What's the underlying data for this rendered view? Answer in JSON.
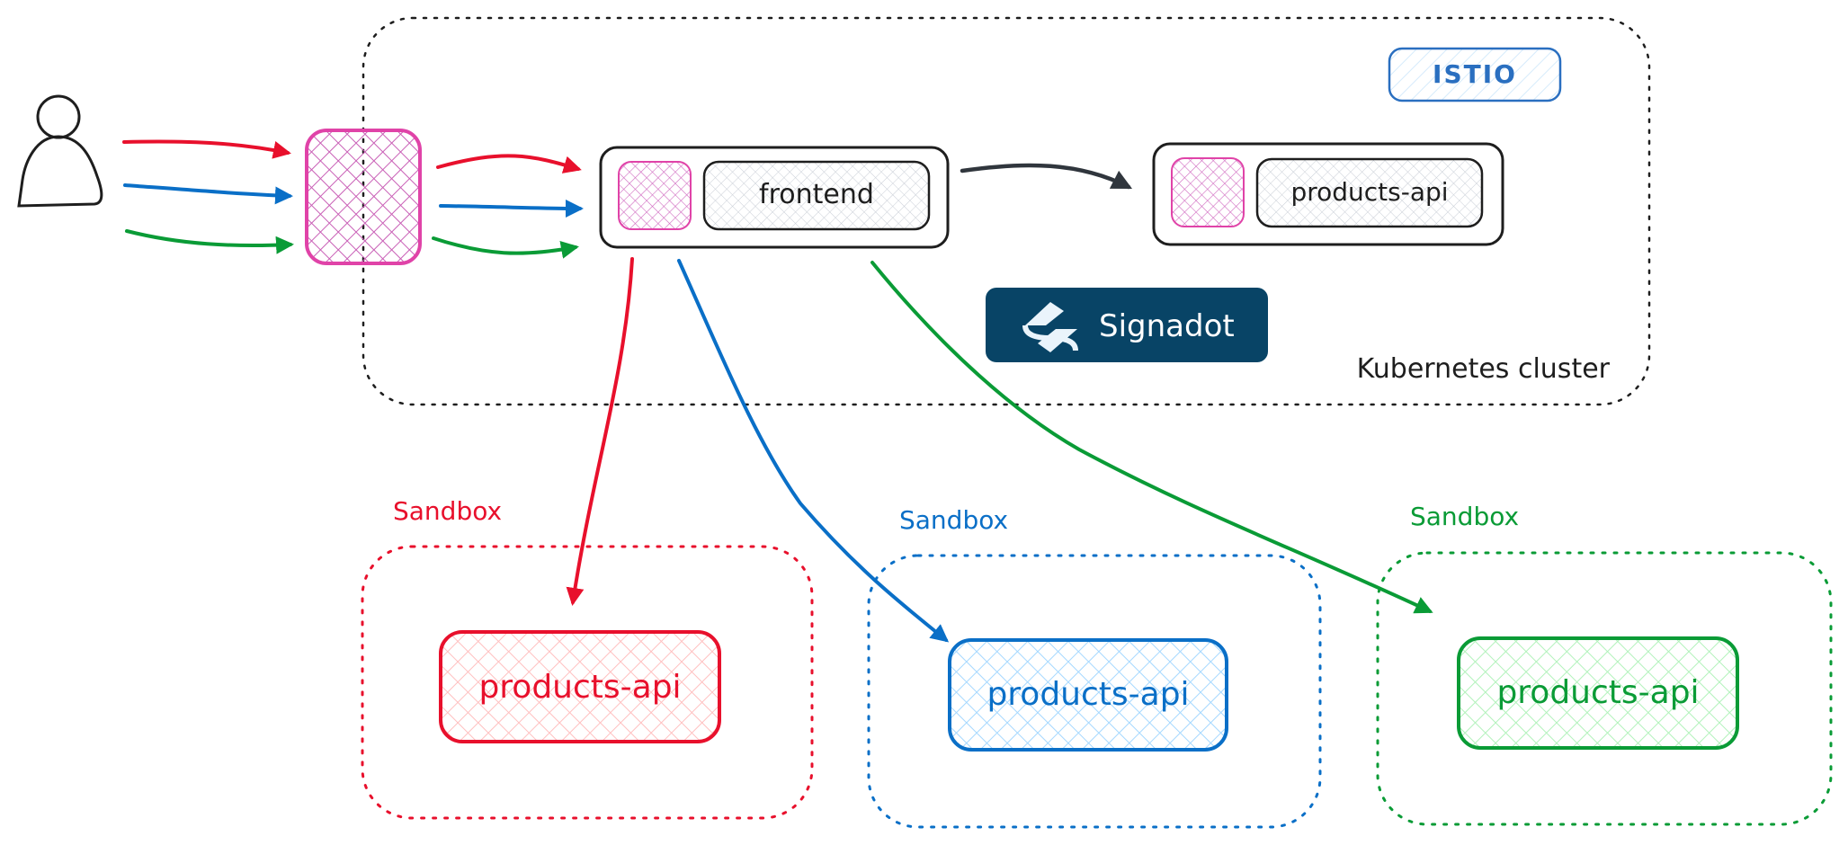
{
  "colors": {
    "red": "#e8102c",
    "blue": "#0a6fc7",
    "green": "#0a9b36",
    "pink": "#e043a8",
    "dark": "#30363d",
    "black": "#1e1e1e",
    "signadot_bg": "#084466",
    "istio": "#2a6fc0"
  },
  "cluster": {
    "label": "Kubernetes cluster"
  },
  "istio": {
    "label": "ISTIO"
  },
  "signadot": {
    "label": "Signadot",
    "icon": "signadot-logo-icon"
  },
  "user": {
    "icon": "person-icon"
  },
  "gateway": {
    "icon": "ingress-gateway-proxy"
  },
  "services": {
    "frontend": {
      "label": "frontend"
    },
    "products_api": {
      "label": "products-api"
    }
  },
  "sandboxes": [
    {
      "label": "Sandbox",
      "service": "products-api",
      "color": "red"
    },
    {
      "label": "Sandbox",
      "service": "products-api",
      "color": "blue"
    },
    {
      "label": "Sandbox",
      "service": "products-api",
      "color": "green"
    }
  ]
}
